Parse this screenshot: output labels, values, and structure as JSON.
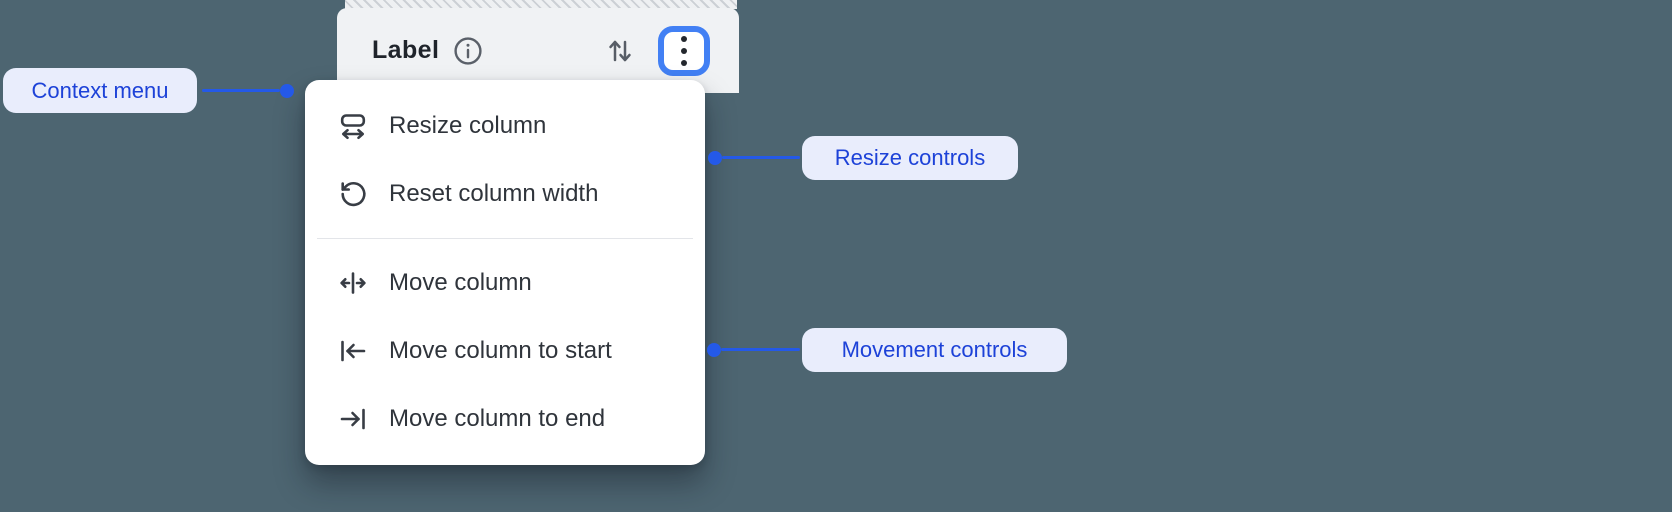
{
  "header": {
    "title": "Label",
    "icons": {
      "info": "info-icon",
      "sort": "sort-ascending-descending-icon",
      "overflow": "kebab-menu-icon"
    }
  },
  "menu": {
    "sections": [
      {
        "name": "resize",
        "items": [
          {
            "icon": "resize-column-icon",
            "label": "Resize column"
          },
          {
            "icon": "reset-column-width-icon",
            "label": "Reset column width"
          }
        ]
      },
      {
        "name": "movement",
        "items": [
          {
            "icon": "move-column-icon",
            "label": "Move column"
          },
          {
            "icon": "move-column-to-start-icon",
            "label": "Move column to start"
          },
          {
            "icon": "move-column-to-end-icon",
            "label": "Move column to end"
          }
        ]
      }
    ]
  },
  "annotations": [
    {
      "label": "Context menu",
      "side": "left"
    },
    {
      "label": "Resize controls",
      "side": "right"
    },
    {
      "label": "Movement controls",
      "side": "right"
    }
  ],
  "colors": {
    "background": "#4d6571",
    "header_bg": "#f0f2f4",
    "menu_bg": "#ffffff",
    "focus_ring": "#4280f4",
    "annotation_accent": "#2459e8",
    "annotation_text": "#1d42d8",
    "annotation_bg": "#e9edfc",
    "menu_text": "#2f343b"
  }
}
